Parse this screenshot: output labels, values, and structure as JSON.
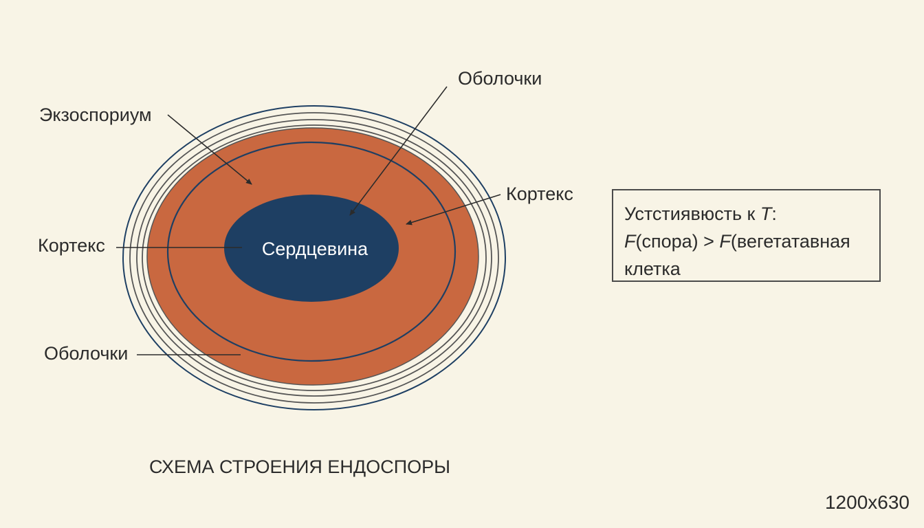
{
  "colors": {
    "background": "#f8f4e6",
    "cortex": "#c96840",
    "core": "#1e3f63",
    "outline": "#1e3f63",
    "coat_lines": "#555555"
  },
  "labels": {
    "exosporium": "Экзоспориум",
    "coats_top": "Оболочки",
    "cortex_right": "Кортекс",
    "cortex_left": "Кортекс",
    "coats_bottom": "Оболочки",
    "core": "Сердцевина"
  },
  "info_box": {
    "line1_text": "Устстиявюсть к ",
    "line1_var": "T",
    "line1_end": ":",
    "line2_var1": "F",
    "line2_mid": "(спора) > ",
    "line2_var2": "F",
    "line2_end": "(вегетатавная",
    "line3": "клетка"
  },
  "caption": "СХЕМА СТРОЕНИЯ ЕНДОСПОРЫ",
  "size_label": "1200x630"
}
